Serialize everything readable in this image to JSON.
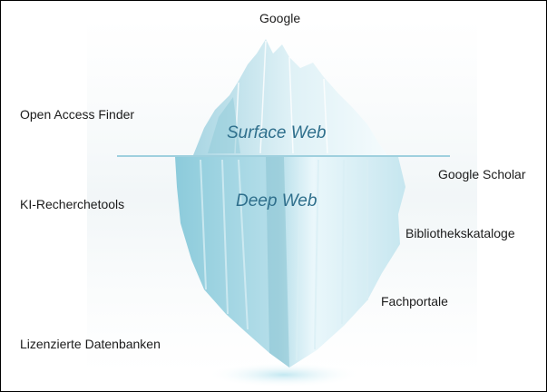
{
  "labels": {
    "google": "Google",
    "open_access_finder": "Open Access Finder",
    "ki_recherchetools": "KI-Recherchetools",
    "lizenzierte_datenbanken": "Lizenzierte Datenbanken",
    "google_scholar": "Google Scholar",
    "bibliothekskataloge": "Bibliothekskataloge",
    "fachportale": "Fachportale"
  },
  "zones": {
    "surface": "Surface Web",
    "deep": "Deep Web"
  },
  "colors": {
    "ice_light": "#e9f6fa",
    "ice_mid": "#b9dfe9",
    "ice_dark": "#7fc1d3",
    "water_line": "#9fd0de",
    "zone_text": "#2f6f8c"
  }
}
